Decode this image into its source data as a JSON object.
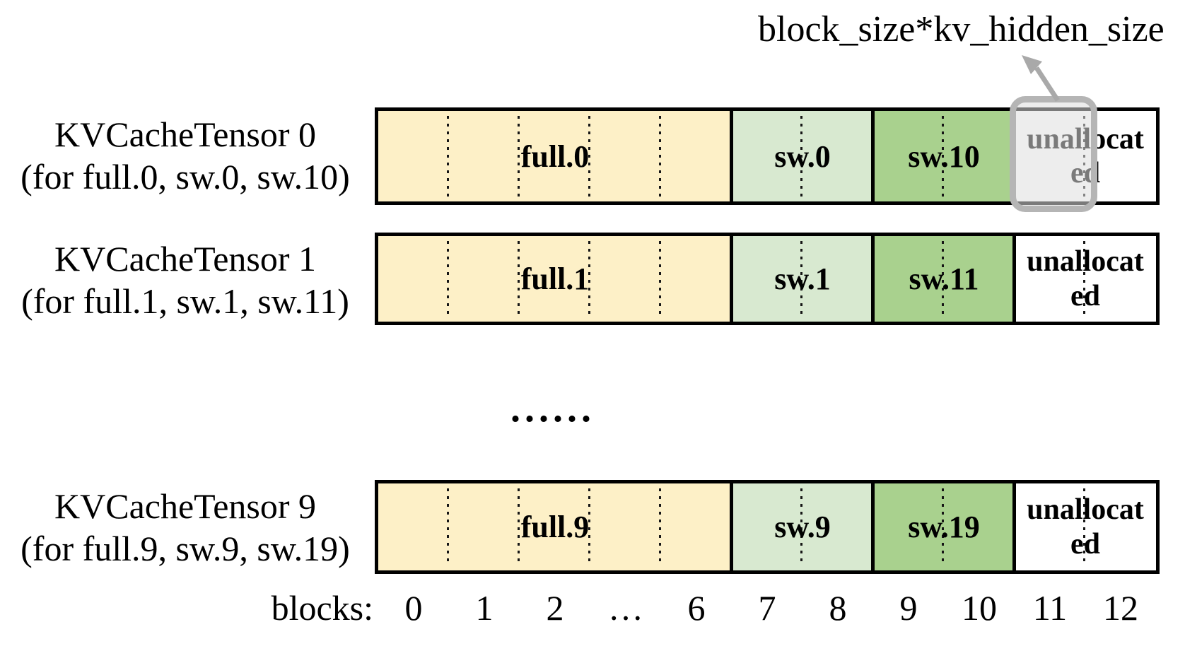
{
  "annotation": {
    "label": "block_size*kv_hidden_size"
  },
  "rows_ellipsis": "......",
  "rows": [
    {
      "title": "KVCacheTensor 0",
      "subtitle": "(for full.0, sw.0, sw.10)",
      "full_label": "full.0",
      "sw_label": "sw.0",
      "sw2_label": "sw.10",
      "unallocated_label": "unallocated",
      "highlighted": true
    },
    {
      "title": "KVCacheTensor 1",
      "subtitle": "(for full.1, sw.1, sw.11)",
      "full_label": "full.1",
      "sw_label": "sw.1",
      "sw2_label": "sw.11",
      "unallocated_label": "unallocated",
      "highlighted": false
    },
    {
      "title": "KVCacheTensor 9",
      "subtitle": "(for full.9, sw.9, sw.19)",
      "full_label": "full.9",
      "sw_label": "sw.9",
      "sw2_label": "sw.19",
      "unallocated_label": "unallocated",
      "highlighted": false
    }
  ],
  "axis": {
    "prefix": "blocks:",
    "ticks": [
      "0",
      "1",
      "2",
      "…",
      "6",
      "7",
      "8",
      "9",
      "10",
      "11",
      "12"
    ]
  },
  "colors": {
    "yellow": "#fdf0c7",
    "light_green": "#d8e9d0",
    "dark_green": "#a9d18e",
    "ring_gray": "#b5b5b5",
    "arrow_gray": "#a9a9a9",
    "border_black": "#000000"
  }
}
